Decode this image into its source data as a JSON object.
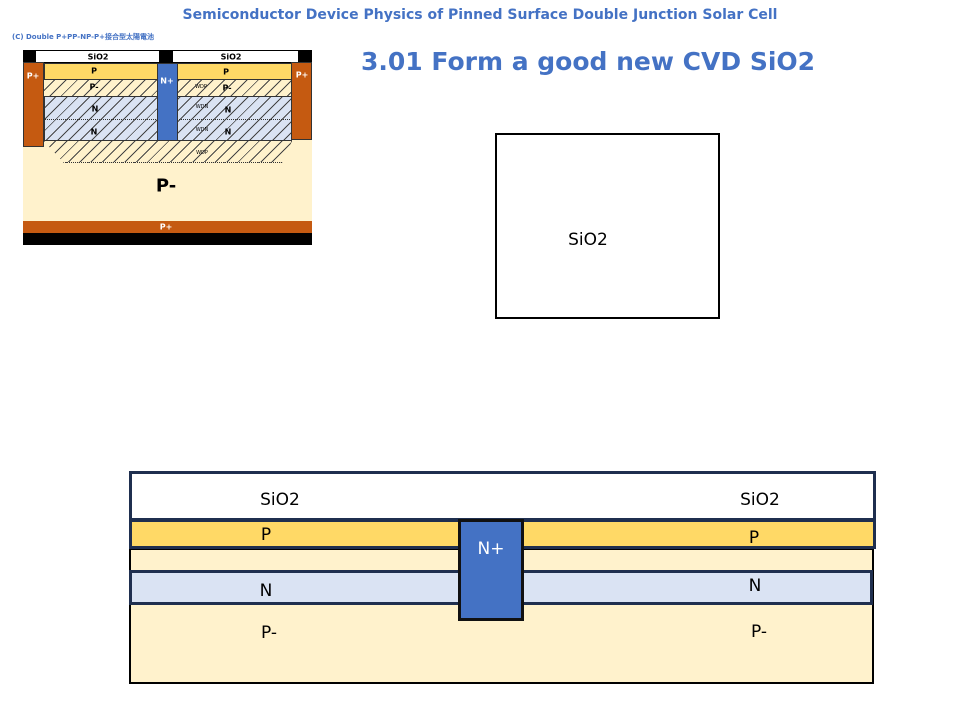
{
  "header": {
    "title": "Semiconductor Device Physics of Pinned Surface Double Junction Solar Cell",
    "step_title": "3.01  Form a good new CVD SiO2"
  },
  "thumbnail": {
    "caption": "(C) Double P+PP-NP-P+接合型太陽電池",
    "sio2_left": "SiO2",
    "sio2_right": "SiO2",
    "p_left": "P",
    "p_right": "P",
    "p_minus_left": "P-",
    "p_minus_right": "P-",
    "n_upper_left": "N",
    "n_upper_right": "N",
    "n_lower_left": "N",
    "n_lower_right": "N",
    "n_plus": "N+",
    "p_plus_left": "P+",
    "p_plus_right": "P+",
    "wdp_top": "WDP",
    "wdn_top": "WDN",
    "wdn_bottom": "WDN",
    "wdp_bottom": "WDP",
    "substrate": "P-",
    "p_plus_bottom": "P+"
  },
  "sio2_box": {
    "label": "SiO2"
  },
  "cross_section": {
    "sio2_left": "SiO2",
    "sio2_right": "SiO2",
    "p_left": "P",
    "p_right": "P",
    "n_left": "N",
    "n_right": "N",
    "p_minus_left": "P-",
    "p_minus_right": "P-",
    "n_plus": "N+"
  },
  "colors": {
    "title": "#4472c4",
    "p": "#ffd966",
    "p_minus": "#fff2cc",
    "n": "#dae3f3",
    "n_plus": "#4472c4",
    "p_plus": "#c55a11",
    "border": "#1f2f4f"
  }
}
